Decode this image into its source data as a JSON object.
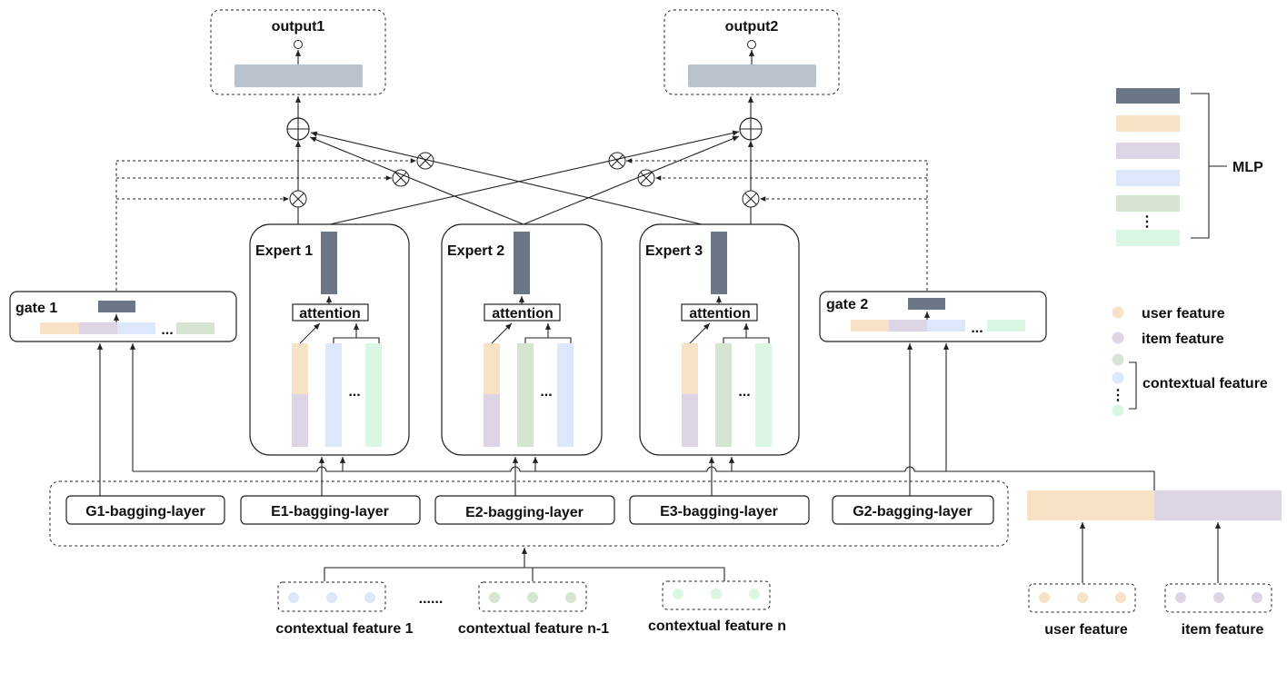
{
  "outputs": [
    "output1",
    "output2"
  ],
  "experts": [
    "Expert 1",
    "Expert 2",
    "Expert 3"
  ],
  "attention_label": "attention",
  "gates": [
    "gate 1",
    "gate 2"
  ],
  "ellipsis": "...",
  "bagging_layers": [
    "G1-bagging-layer",
    "E1-bagging-layer",
    "E2-bagging-layer",
    "E3-bagging-layer",
    "G2-bagging-layer"
  ],
  "inputs": {
    "contextual_1": "contextual feature 1",
    "contextual_dots": "......",
    "contextual_n_minus_1": "contextual feature n-1",
    "contextual_n": "contextual feature n",
    "user": "user feature",
    "item": "item feature"
  },
  "legend": {
    "mlp": "MLP",
    "vdots": "⋮",
    "user_feature": "user feature",
    "item_feature": "item feature",
    "contextual_feature": "contextual feature"
  },
  "colors": {
    "mlp_dark": "#6b7686",
    "output_bar": "#b9c3cc",
    "user": "#f8e2c6",
    "item": "#ddd4e6",
    "ctx_blue": "#dde7fb",
    "ctx_green": "#d6e4d2",
    "ctx_mint": "#d9f7e2"
  }
}
